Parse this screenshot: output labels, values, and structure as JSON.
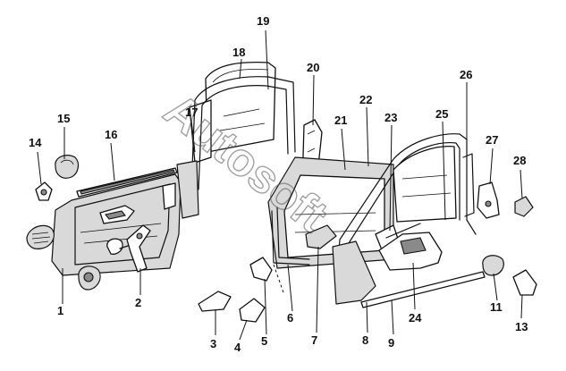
{
  "diagram": {
    "callouts": [
      "1",
      "2",
      "3",
      "4",
      "5",
      "6",
      "7",
      "8",
      "9",
      "11",
      "13",
      "14",
      "15",
      "16",
      "17",
      "18",
      "19",
      "20",
      "21",
      "22",
      "23",
      "24",
      "25",
      "26",
      "27",
      "28"
    ]
  },
  "watermark": {
    "text": "Autosoft"
  }
}
